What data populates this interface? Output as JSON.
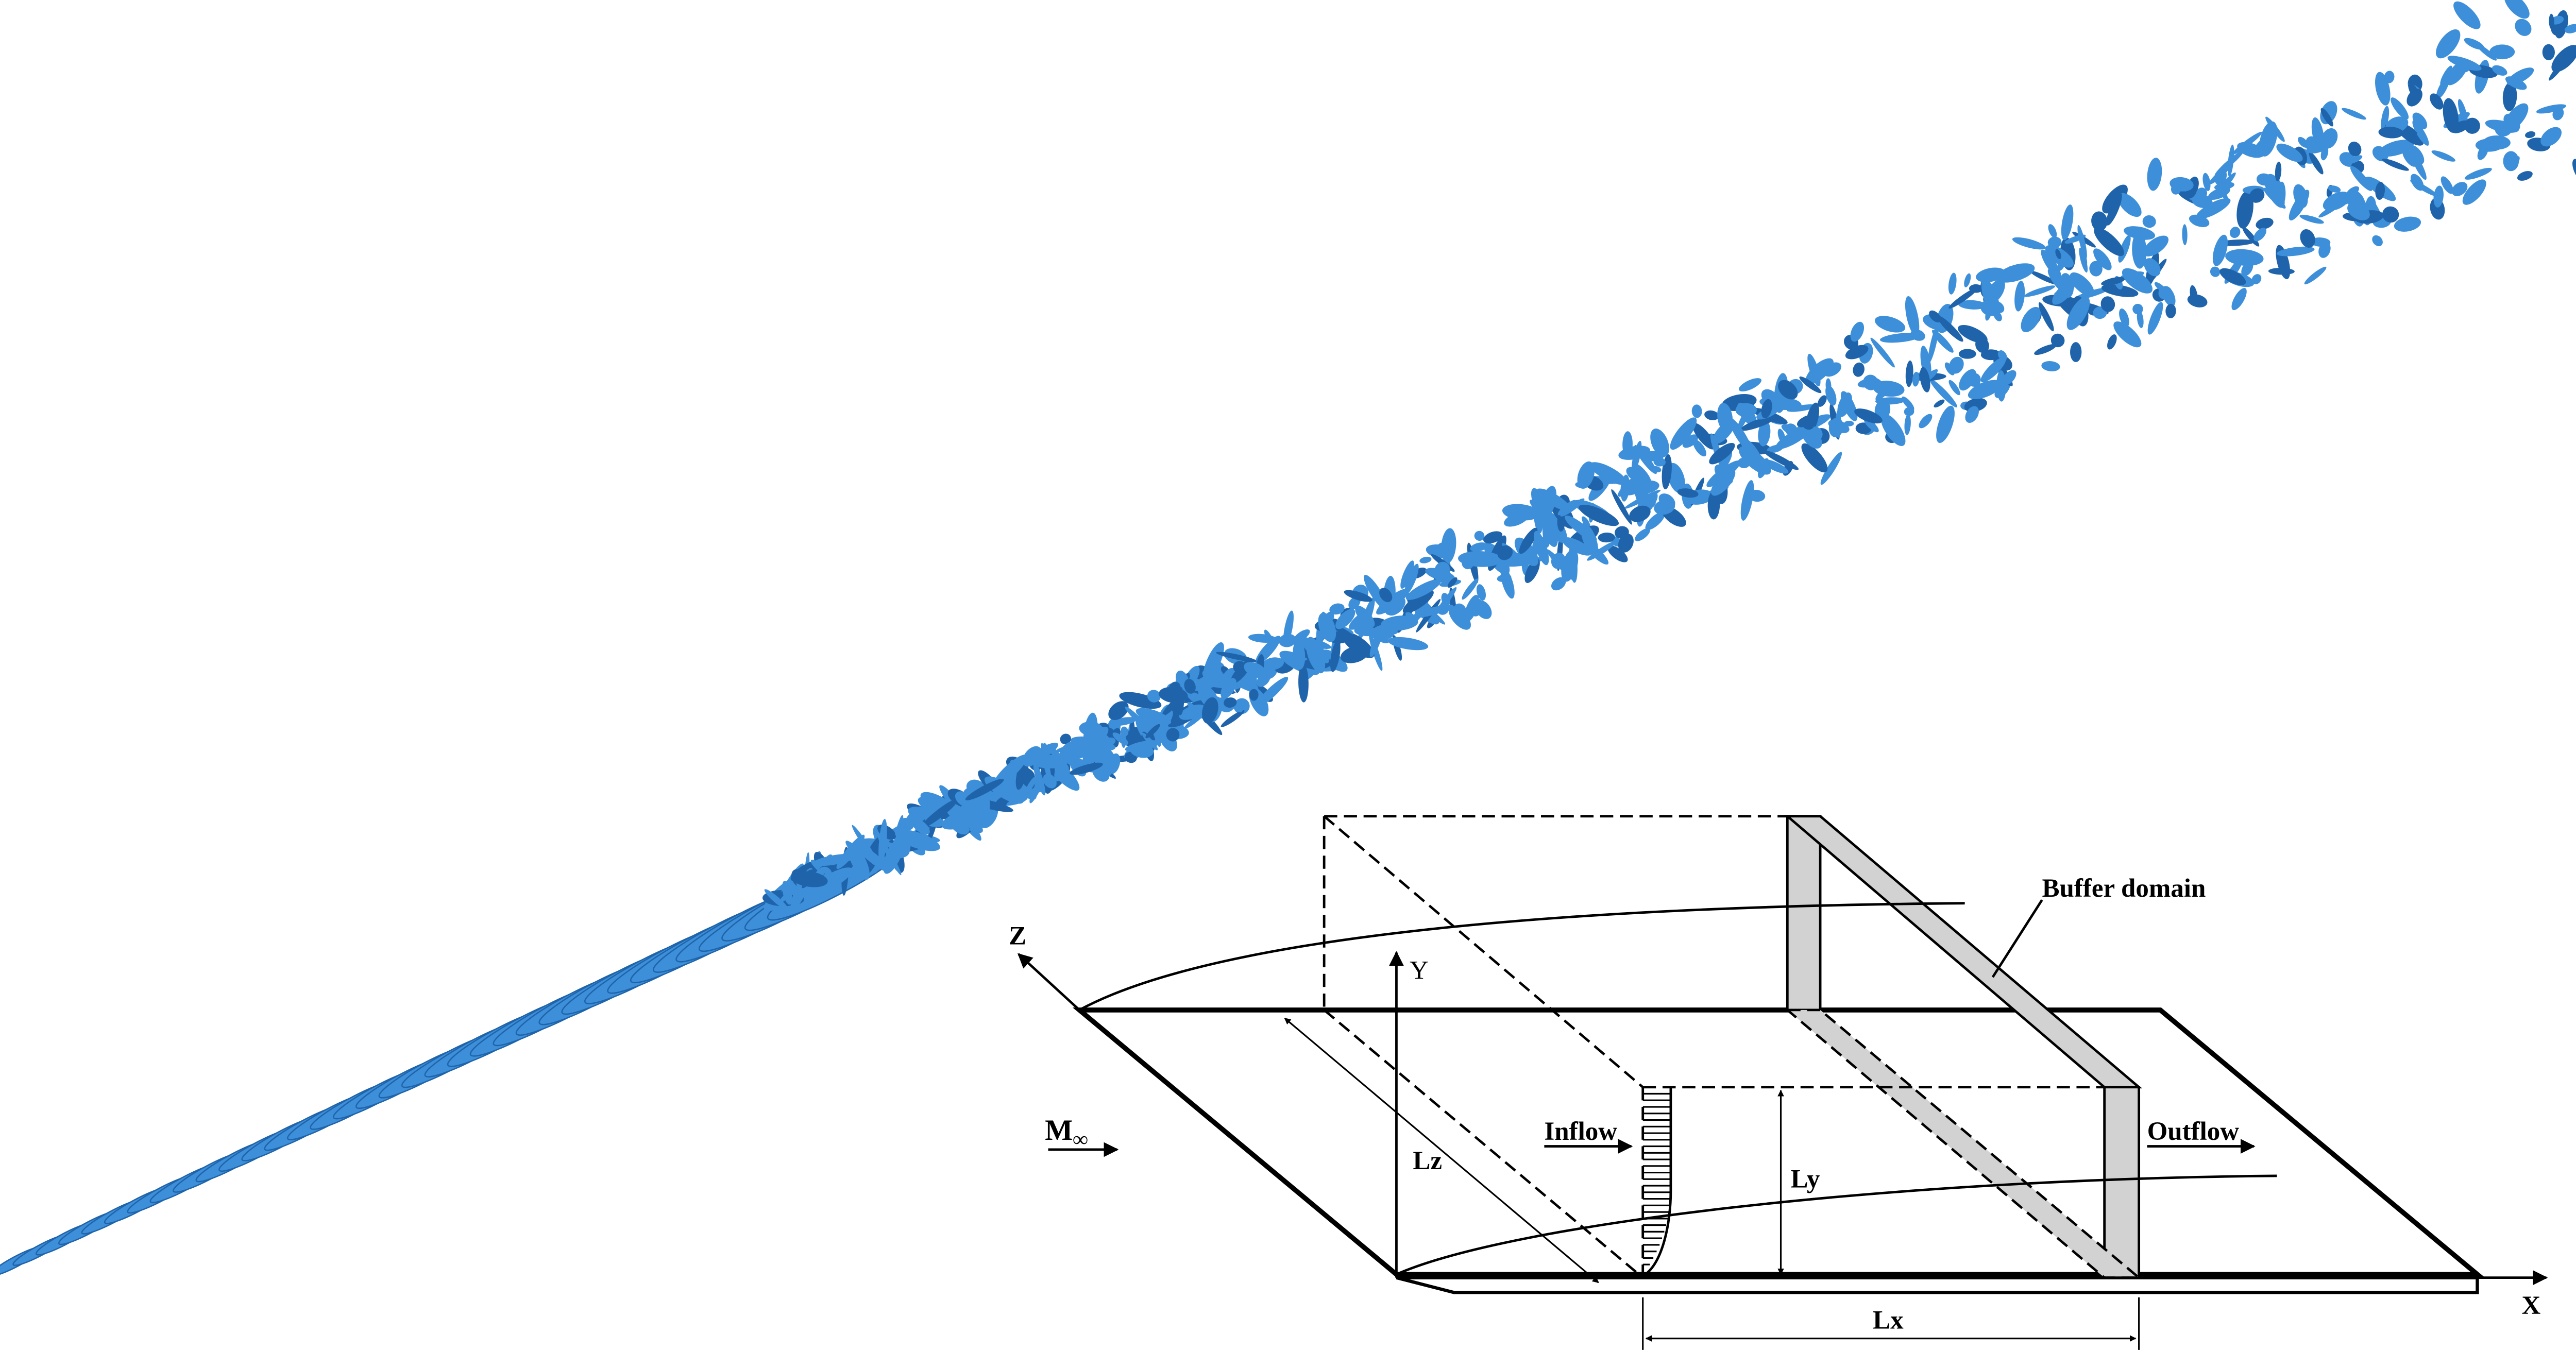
{
  "figure": {
    "labels": {
      "buffer_domain": "Buffer domain",
      "inflow": "Inflow",
      "outflow": "Outflow",
      "mach": "M",
      "mach_sub": "∞",
      "lx": "Lx",
      "ly": "Ly",
      "lz": "Lz",
      "axis_x": "X",
      "axis_y": "Y",
      "axis_z": "Z"
    },
    "colors": {
      "vortex": "#3d8fd9",
      "vortex_dark": "#1f64aa",
      "buffer_fill": "#d2d2d2",
      "line": "#000000"
    }
  }
}
